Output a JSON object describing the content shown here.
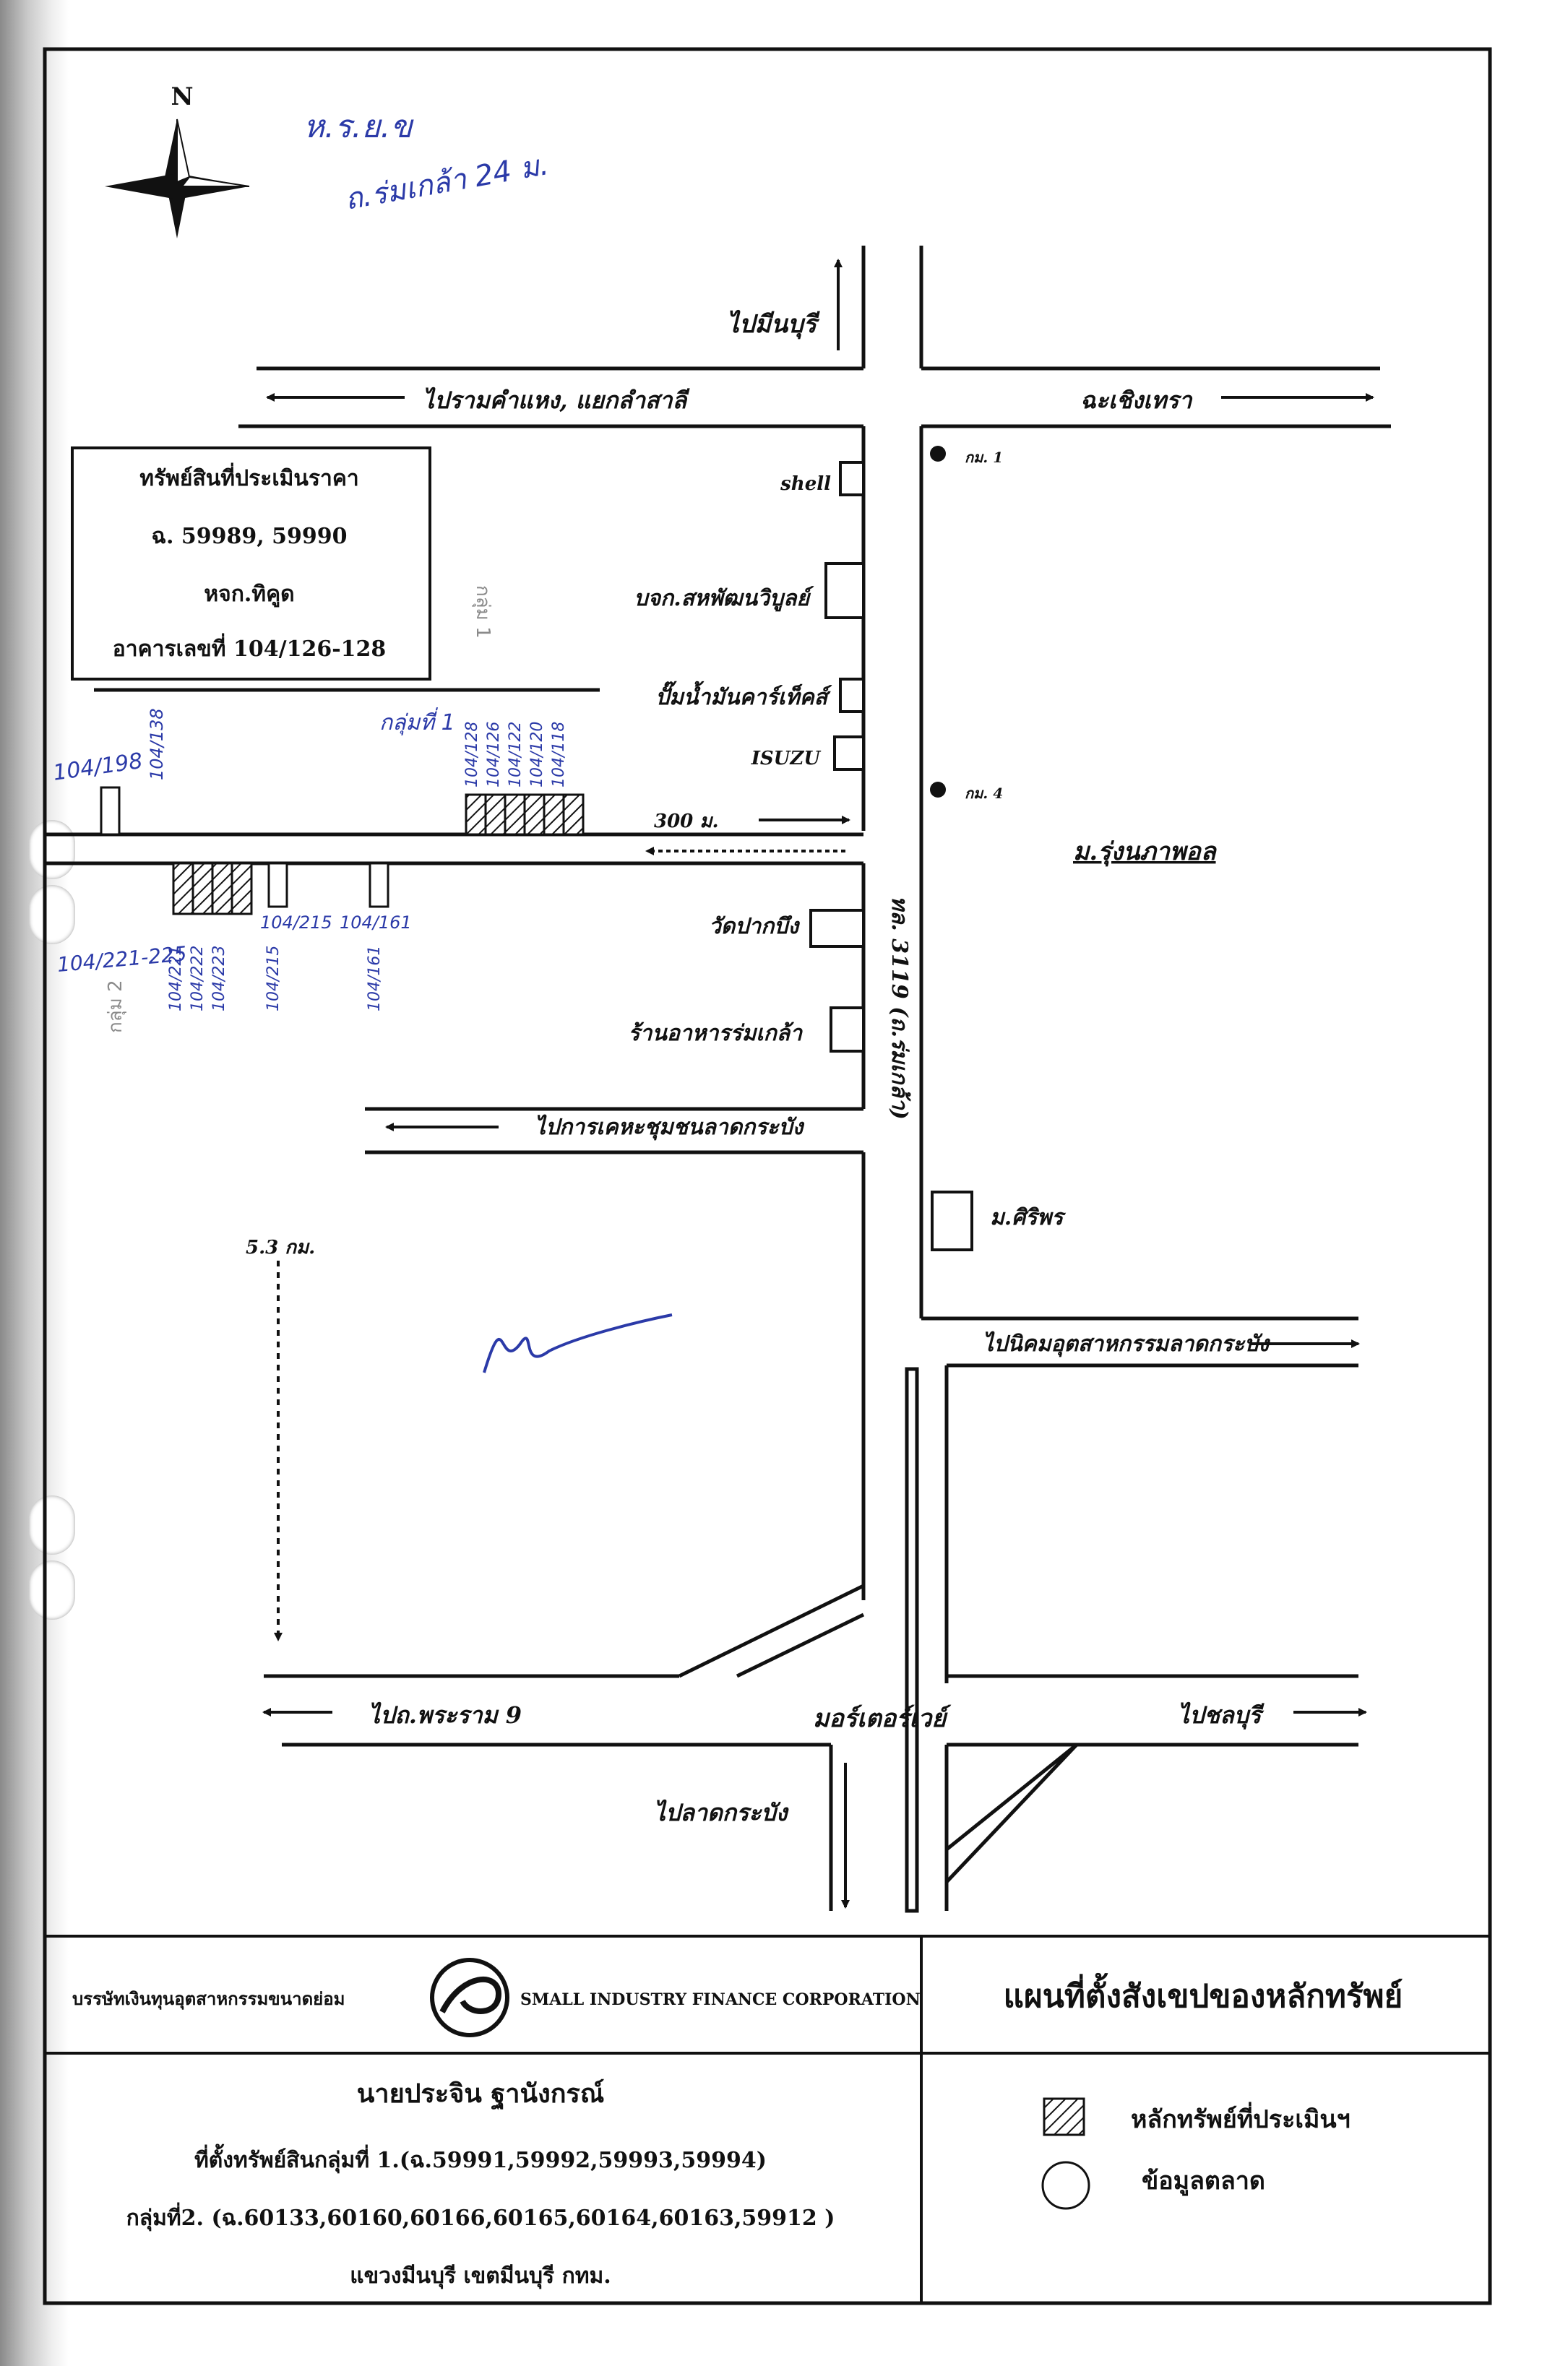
{
  "compass": {
    "north_label": "N"
  },
  "roads": {
    "to_minburi": "ไปมีนบุรี",
    "to_ramkhamhaeng": "ไปรามคำแหง, แยกลำสาลี",
    "chachoengsao": "ฉะเชิงเทรา",
    "main_road": "ทล. 3119 (ถ.ร่มเกล้า)",
    "to_lat_krabang_housing": "ไปการเคหะชุมชนลาดกระบัง",
    "to_lat_krabang_industrial": "ไปนิคมอุตสาหกรรมลาดกระบัง",
    "to_rama9": "ไปถ.พระราม 9",
    "motorway": "มอร์เตอร์เวย์",
    "to_chonburi": "ไปชลบุรี",
    "to_lat_krabang": "ไปลาดกระบัง"
  },
  "distances": {
    "dist_300m": "300 ม.",
    "dist_5_3km": "5.3 กม."
  },
  "km_markers": [
    "กม. 1",
    "กม. 4"
  ],
  "landmarks": {
    "shell": "shell",
    "sahapat": "บจก.สหพัฒนวิบูลย์",
    "gas_station": "ปั๊มน้ำมันคาร์เท็คส์",
    "isuzu": "ISUZU",
    "village": "ม.รุ่งนภาพอล",
    "wat": "วัดปากบึง",
    "restaurant": "ร้านอาหารร่มเกล้า",
    "siriporn": "ม.ศิริพร"
  },
  "subject_box": {
    "title": "ทรัพย์สินที่ประเมินราคา",
    "deeds": "ฉ. 59989, 59990",
    "owner": "หจก.ทิคูด",
    "building": "อาคารเลขที่ 104/126-128"
  },
  "handwritten": {
    "top_note_1": "ห.ร.ย.ข",
    "top_note_2": "ถ.ร่มเกล้า 24 ม.",
    "lot_a": "104/198",
    "lot_a2": "104/138",
    "group_label": "กลุ่มที่ 1",
    "lot_group1": [
      "104/128",
      "104/126",
      "104/122",
      "104/120",
      "104/118"
    ],
    "lot_b": "104/221-225",
    "lot_group2": [
      "104/221",
      "104/222",
      "104/223"
    ],
    "lot_c": "104/215",
    "lot_c2": "104/215",
    "lot_d": "104/161",
    "lot_d2": "104/161",
    "group2_label": "กลุ่ม 2",
    "pencil_note": "กลุ่ม 1"
  },
  "footer": {
    "company_th": "บรรษัทเงินทุนอุตสาหกรรมขนาดย่อม",
    "company_en": "SMALL INDUSTRY FINANCE CORPORATION",
    "map_title": "แผนที่ตั้งสังเขปของหลักทรัพย์",
    "person": "นายประจิน ฐานังกรณ์",
    "group1_line": "ที่ตั้งทรัพย์สินกลุ่มที่ 1.(ฉ.59991,59992,59993,59994)",
    "group2_line": "กลุ่มที่2. (ฉ.60133,60160,60166,60165,60164,60163,59912 )",
    "location": "แขวงมีนบุรี เขตมีนบุรี กทม.",
    "legend_assessed": "หลักทรัพย์ที่ประเมินฯ",
    "legend_market": "ข้อมูลตลาด"
  },
  "colors": {
    "ink": "#111111",
    "pen_blue": "#2b3aa8",
    "pencil": "#8a8a8a",
    "paper": "#ffffff"
  }
}
